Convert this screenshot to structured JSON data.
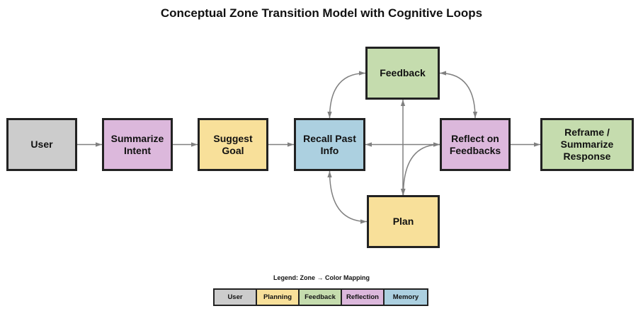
{
  "title": "Conceptual Zone Transition Model with Cognitive Loops",
  "colors": {
    "user": "#cccccc",
    "planning": "#f8e09a",
    "feedback": "#c5dcae",
    "reflection": "#dcb8dc",
    "memory": "#acd0e0",
    "edge": "#808080",
    "border": "#222222"
  },
  "nodes": [
    {
      "id": "user",
      "label": "User",
      "zone": "user"
    },
    {
      "id": "summarize-intent",
      "label": "Summarize\nIntent",
      "zone": "reflection"
    },
    {
      "id": "suggest-goal",
      "label": "Suggest\nGoal",
      "zone": "planning"
    },
    {
      "id": "recall-past-info",
      "label": "Recall Past\nInfo",
      "zone": "memory"
    },
    {
      "id": "feedback",
      "label": "Feedback",
      "zone": "feedback"
    },
    {
      "id": "plan",
      "label": "Plan",
      "zone": "planning"
    },
    {
      "id": "reflect-on-feedbacks",
      "label": "Reflect on\nFeedbacks",
      "zone": "reflection"
    },
    {
      "id": "reframe-summarize-response",
      "label": "Reframe /\nSummarize\nResponse",
      "zone": "feedback"
    }
  ],
  "edges": [
    {
      "from": "user",
      "to": "summarize-intent",
      "direction": "forward"
    },
    {
      "from": "summarize-intent",
      "to": "suggest-goal",
      "direction": "forward"
    },
    {
      "from": "suggest-goal",
      "to": "recall-past-info",
      "direction": "forward"
    },
    {
      "from": "recall-past-info",
      "to": "reflect-on-feedbacks",
      "direction": "both"
    },
    {
      "from": "feedback",
      "to": "plan",
      "direction": "both"
    },
    {
      "from": "recall-past-info",
      "to": "feedback",
      "direction": "both",
      "curved": true
    },
    {
      "from": "feedback",
      "to": "reflect-on-feedbacks",
      "direction": "both",
      "curved": true
    },
    {
      "from": "recall-past-info",
      "to": "plan",
      "direction": "both",
      "curved": true
    },
    {
      "from": "plan",
      "to": "reflect-on-feedbacks",
      "direction": "both",
      "curved": true
    },
    {
      "from": "reflect-on-feedbacks",
      "to": "reframe-summarize-response",
      "direction": "forward"
    }
  ],
  "legend": {
    "title": "Legend: Zone → Color Mapping",
    "items": [
      {
        "label": "User",
        "zone": "user"
      },
      {
        "label": "Planning",
        "zone": "planning"
      },
      {
        "label": "Feedback",
        "zone": "feedback"
      },
      {
        "label": "Reflection",
        "zone": "reflection"
      },
      {
        "label": "Memory",
        "zone": "memory"
      }
    ]
  }
}
